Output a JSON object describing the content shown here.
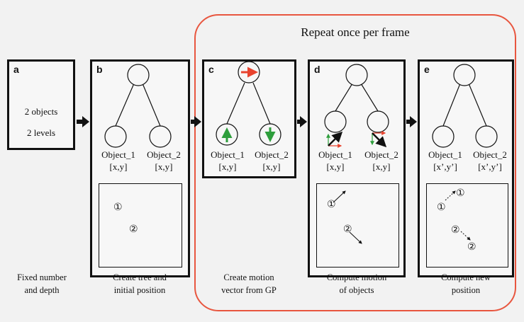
{
  "title": "Repeat once per frame",
  "panels": {
    "a": {
      "letter": "a",
      "line1": "2 objects",
      "line2": "2 levels"
    },
    "b": {
      "letter": "b",
      "obj1": "Object_1",
      "obj2": "Object_2",
      "pos1": "[x,y]",
      "pos2": "[x,y]",
      "marker1": "①",
      "marker2": "②"
    },
    "c": {
      "letter": "c",
      "obj1": "Object_1",
      "obj2": "Object_2",
      "pos1": "[x,y]",
      "pos2": "[x,y]"
    },
    "d": {
      "letter": "d",
      "obj1": "Object_1",
      "obj2": "Object_2",
      "pos1": "[x,y]",
      "pos2": "[x,y]",
      "marker1": "①",
      "marker2": "②"
    },
    "e": {
      "letter": "e",
      "obj1": "Object_1",
      "obj2": "Object_2",
      "pos1": "[x’,y’]",
      "pos2": "[x’,y’]",
      "marker1": "①",
      "marker2": "②"
    }
  },
  "captions": {
    "a": [
      "Fixed number",
      "and depth"
    ],
    "b": [
      "Create tree and",
      "initial position"
    ],
    "c": [
      "Create motion",
      "vector from GP"
    ],
    "d": [
      "Compute motion",
      "of objects"
    ],
    "e": [
      "Compute new",
      "position"
    ]
  },
  "colors": {
    "frame": "#e8563f",
    "red_arrow": "#e8432e",
    "green_arrow": "#2e9e3c"
  }
}
